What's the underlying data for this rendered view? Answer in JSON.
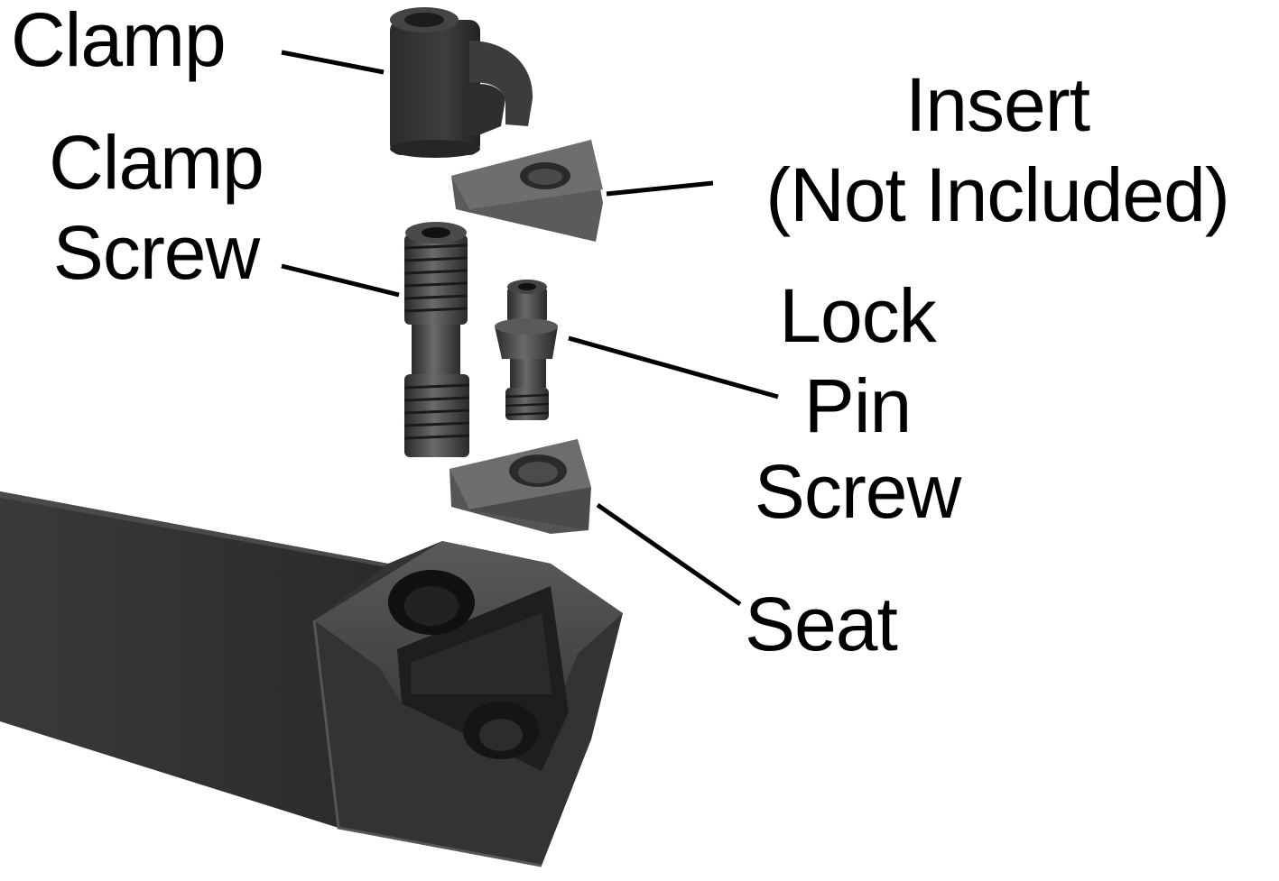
{
  "labels": {
    "clamp": "Clamp",
    "clamp_screw_line1": "Clamp",
    "clamp_screw_line2": "Screw",
    "insert_line1": "Insert",
    "insert_line2": "(Not Included)",
    "lock_pin_screw_line1": "Lock",
    "lock_pin_screw_line2": "Pin",
    "lock_pin_screw_line3": "Screw",
    "seat": "Seat"
  },
  "colors": {
    "background": "#ffffff",
    "text": "#000000",
    "leader_line": "#000000",
    "part_dark": "#2e2e2e",
    "part_mid": "#4d4d4d",
    "part_light": "#7a7a7a"
  },
  "icons": [
    "clamp-part",
    "insert-part",
    "clamp-screw-part",
    "lock-pin-screw-part",
    "seat-part",
    "tool-holder-body"
  ]
}
